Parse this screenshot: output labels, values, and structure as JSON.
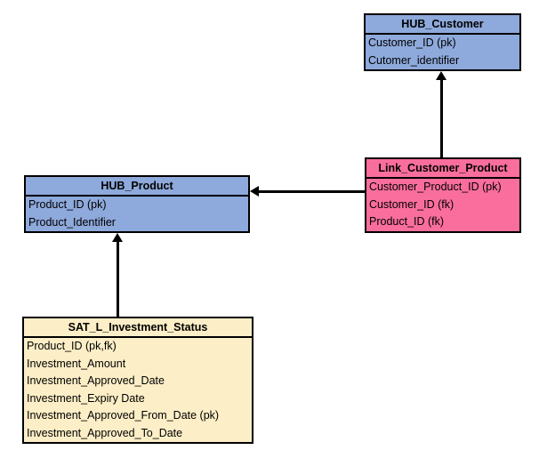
{
  "entities": [
    {
      "name": "HUB_Customer",
      "type": "hub",
      "fill": "#8EA9DB",
      "fields": [
        "Customer_ID (pk)",
        "Cutomer_identifier"
      ]
    },
    {
      "name": "Link_Customer_Product",
      "type": "link",
      "fill": "#FA6E9E",
      "fields": [
        "Customer_Product_ID (pk)",
        "Customer_ID (fk)",
        "Product_ID (fk)"
      ]
    },
    {
      "name": "HUB_Product",
      "type": "hub",
      "fill": "#8EA9DB",
      "fields": [
        "Product_ID (pk)",
        "Product_Identifier"
      ]
    },
    {
      "name": "SAT_L_Investment_Status",
      "type": "satellite",
      "fill": "#FCEEC6",
      "fields": [
        "Product_ID (pk,fk)",
        "Investment_Amount",
        "Investment_Approved_Date",
        "Investment_Expiry Date",
        "Investment_Approved_From_Date (pk)",
        "Investment_Approved_To_Date"
      ]
    }
  ],
  "relationships": [
    {
      "from": "Link_Customer_Product",
      "to": "HUB_Customer",
      "arrow_points": "up"
    },
    {
      "from": "Link_Customer_Product",
      "to": "HUB_Product",
      "arrow_points": "left"
    },
    {
      "from": "SAT_L_Investment_Status",
      "to": "HUB_Product",
      "arrow_points": "up"
    }
  ],
  "colors": {
    "background": "#FFFFFF",
    "border": "#000000",
    "text": "#000000",
    "arrow": "#000000",
    "hub_fill": "#8EA9DB",
    "link_fill": "#FA6E9E",
    "satellite_fill": "#FCEEC6"
  }
}
